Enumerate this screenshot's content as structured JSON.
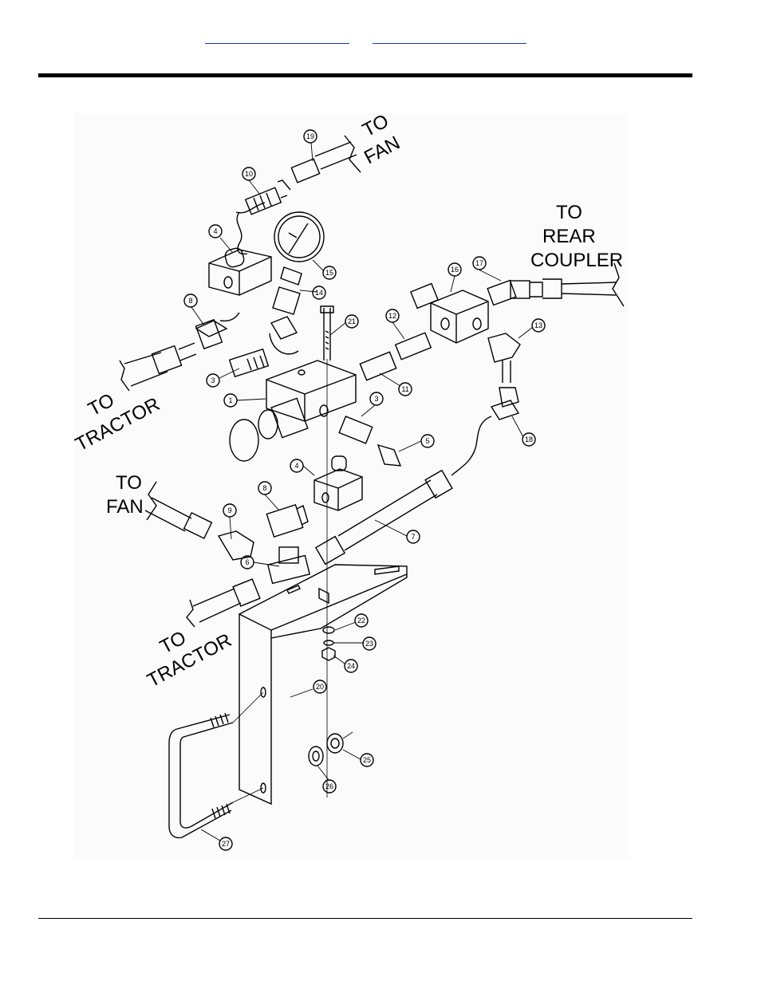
{
  "header": {
    "links": [
      "",
      ""
    ],
    "link_color": "#1a33d6"
  },
  "diagram": {
    "direction_labels": {
      "to_fan_top": [
        "TO",
        "FAN"
      ],
      "to_rear_coupler": [
        "TO",
        "REAR",
        "COUPLER"
      ],
      "to_tractor_upper": [
        "TO",
        "TRACTOR"
      ],
      "to_fan_left": [
        "TO",
        "FAN"
      ],
      "to_tractor_lower": [
        "TO",
        "TRACTOR"
      ]
    },
    "callouts": [
      "1",
      "3",
      "3",
      "4",
      "4",
      "5",
      "6",
      "7",
      "8",
      "8",
      "9",
      "10",
      "11",
      "12",
      "13",
      "14",
      "15",
      "16",
      "17",
      "18",
      "19",
      "20",
      "21",
      "22",
      "23",
      "24",
      "25",
      "26",
      "27"
    ]
  }
}
